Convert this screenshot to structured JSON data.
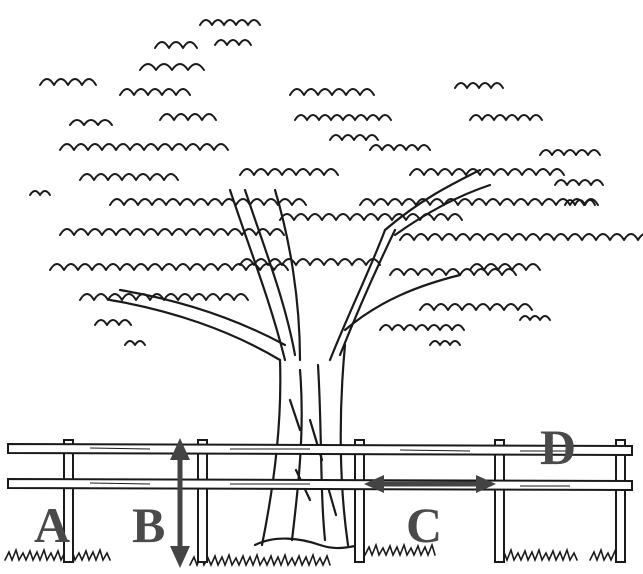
{
  "labels": {
    "a": "A",
    "b": "B",
    "c": "C",
    "d": "D"
  },
  "colors": {
    "ink": "#1a1a1a",
    "label": "#4a4a4a",
    "arrow": "#444444",
    "background": "#ffffff"
  },
  "icons": {
    "vertical_arrow": "double-headed-vertical-arrow",
    "horizontal_arrow": "double-headed-horizontal-arrow"
  }
}
